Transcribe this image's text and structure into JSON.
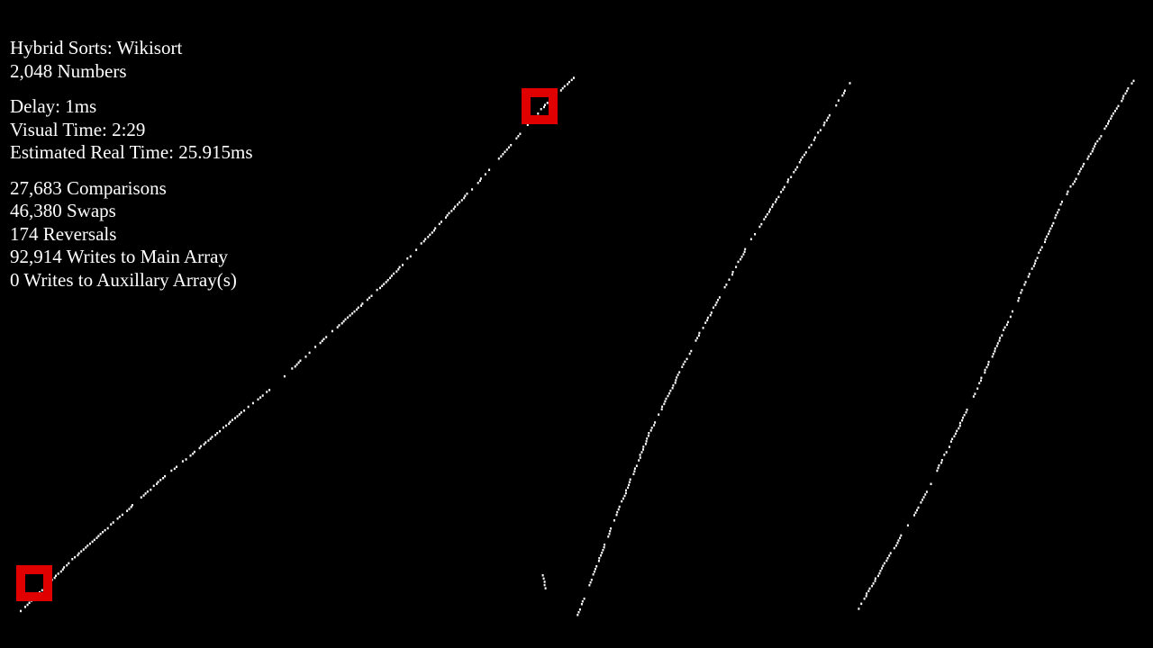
{
  "stats": {
    "title": "Hybrid Sorts: Wikisort",
    "numbers": "2,048 Numbers",
    "delay": "Delay: 1ms",
    "visual_time": "Visual Time: 2:29",
    "real_time": "Estimated Real Time: 25.915ms",
    "comparisons": "27,683 Comparisons",
    "swaps": "46,380 Swaps",
    "reversals": "174 Reversals",
    "main_writes": "92,914 Writes to Main Array",
    "aux_writes": "0 Writes to Auxillary Array(s)"
  },
  "colors": {
    "background": "#000000",
    "dot": "#ffffff",
    "highlight": "#e00000"
  }
}
